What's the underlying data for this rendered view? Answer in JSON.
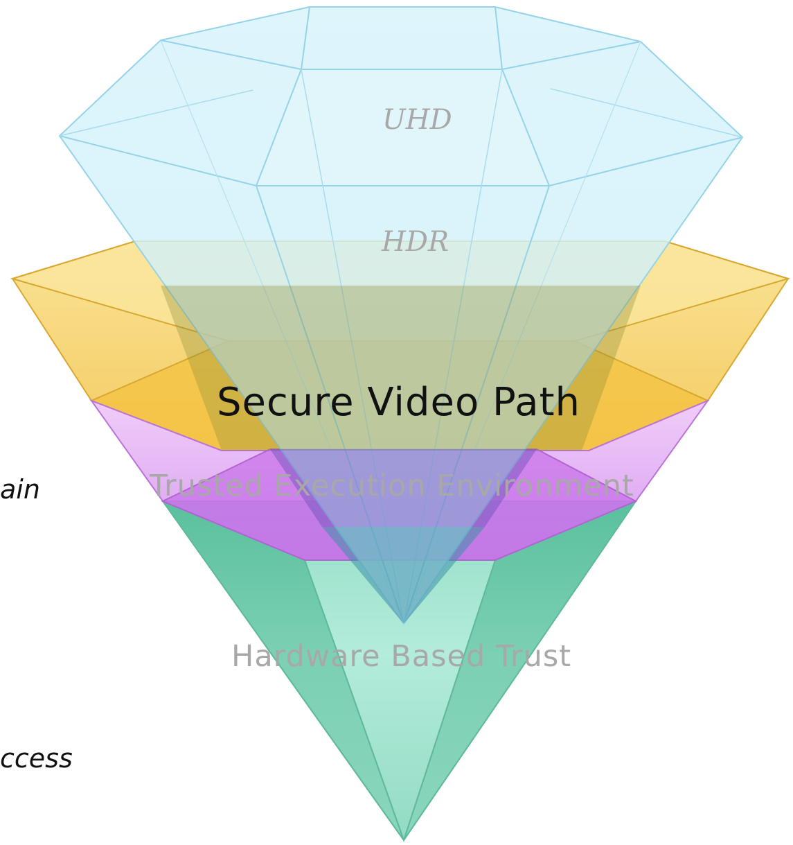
{
  "layers": {
    "uhd": "UHD",
    "hdr": "HDR",
    "secure_video_path": "Secure Video Path",
    "trusted_execution_environment": "Trusted Execution Environment",
    "hardware_based_trust": "Hardware Based Trust"
  },
  "side_labels": {
    "left_upper": "ain",
    "left_lower": "ccess"
  },
  "colors": {
    "uhd_hdr_crystal": "#cfeef8",
    "secure_video_path_band": "#f6cc4f",
    "trusted_execution_environment_band": "#d98af0",
    "hardware_based_trust_base": "#7fd6b8",
    "label_gray": "#a8a8a8",
    "label_black": "#111111"
  }
}
